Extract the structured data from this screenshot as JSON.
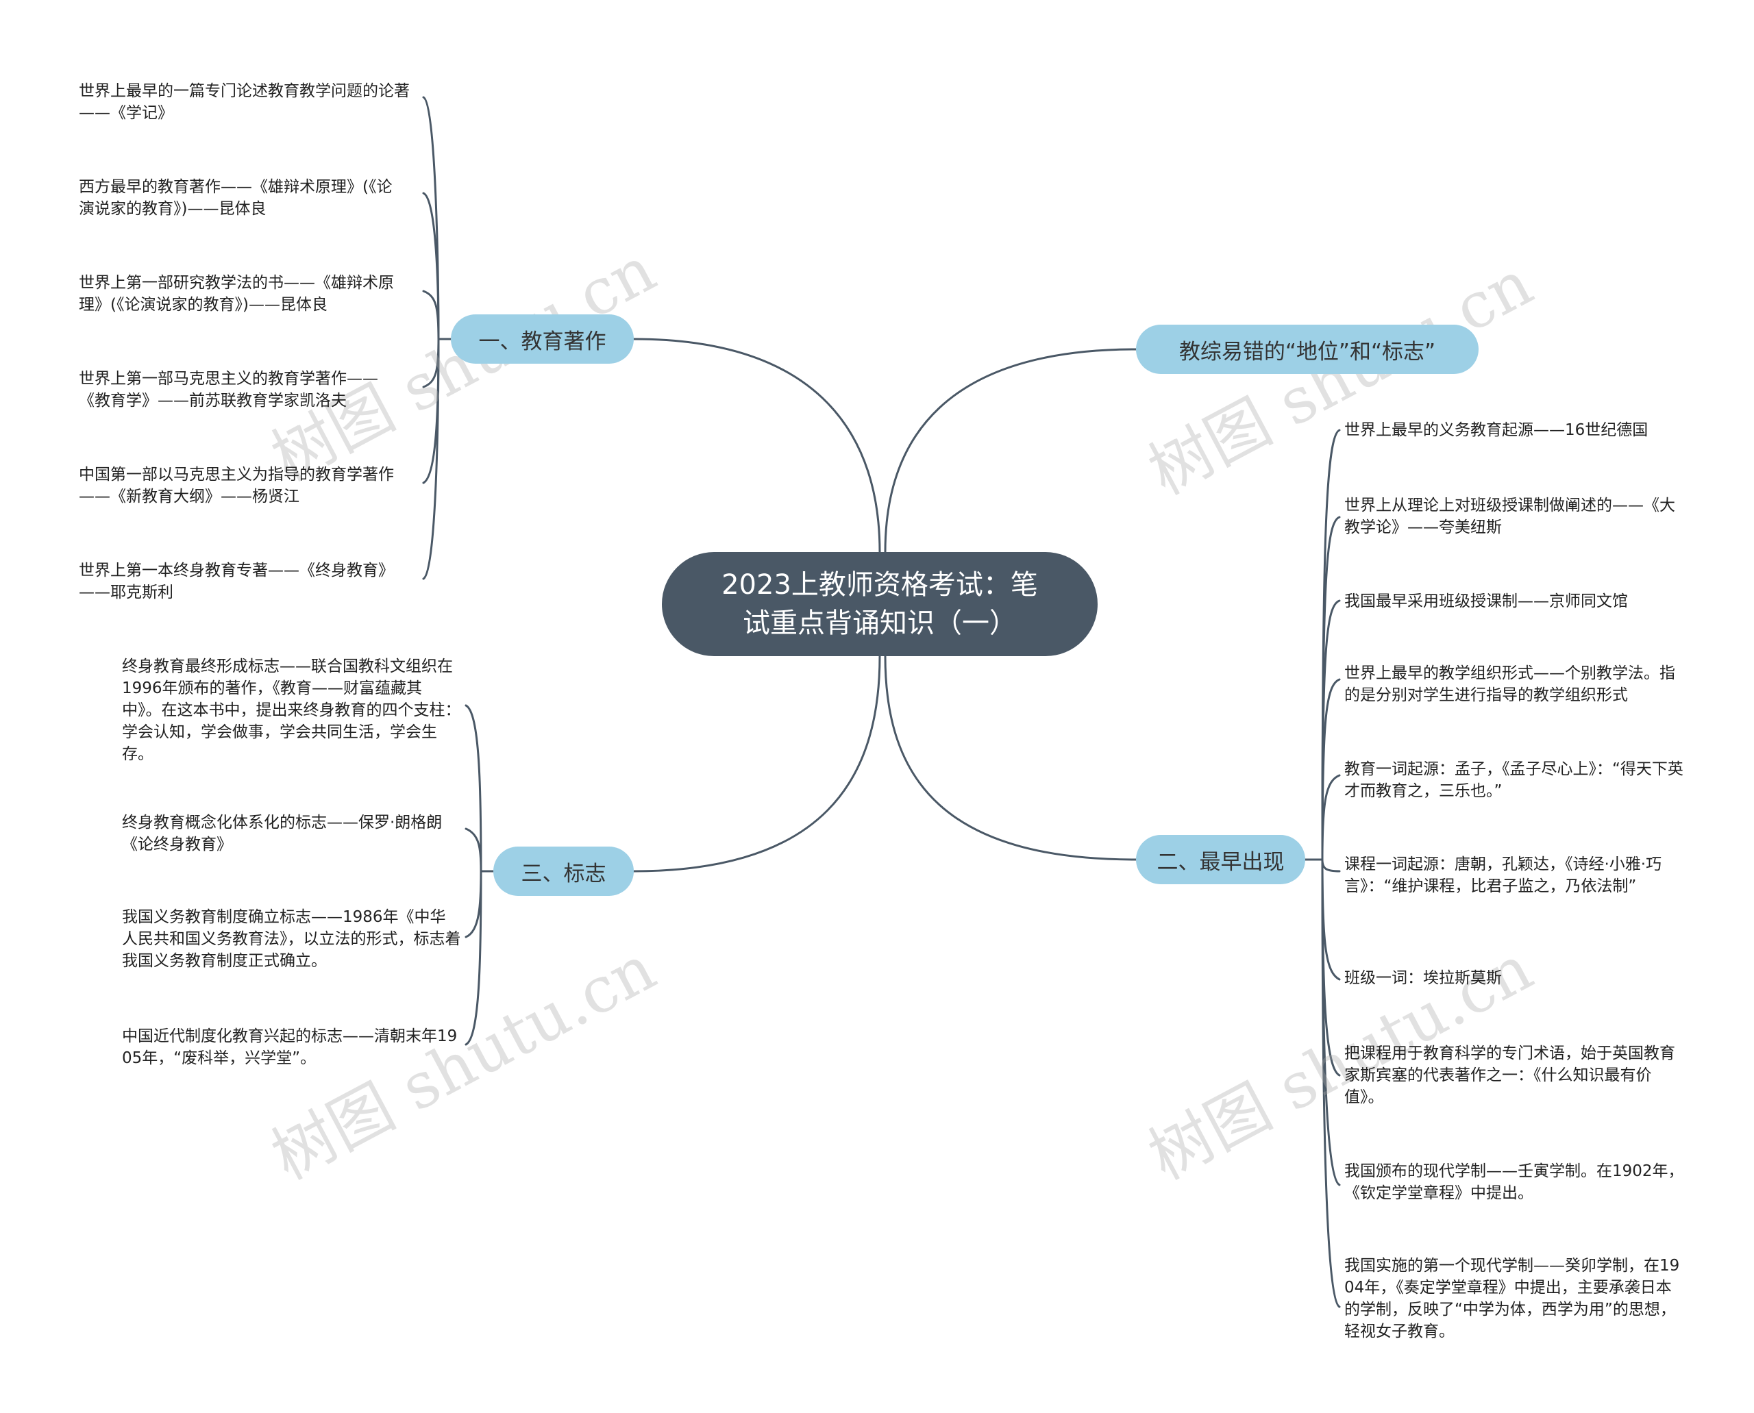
{
  "central_title": "2023上教师资格考试：笔试重点背诵知识（一）",
  "topics": {
    "works": "一、教育著作",
    "marks": "三、标志",
    "status": "教综易错的“地位”和“标志”",
    "earliest": "二、最早出现"
  },
  "works_items": [
    "世界上最早的一篇专门论述教育教学问题的论著——《学记》",
    "西方最早的教育著作——《雄辩术原理》(《论演说家的教育》)——昆体良",
    "世界上第一部研究教学法的书——《雄辩术原理》(《论演说家的教育》)——昆体良",
    "世界上第一部马克思主义的教育学著作——《教育学》——前苏联教育学家凯洛夫",
    "中国第一部以马克思主义为指导的教育学著作——《新教育大纲》——杨贤江",
    "世界上第一本终身教育专著——《终身教育》——耶克斯利"
  ],
  "marks_items": [
    "终身教育最终形成标志——联合国教科文组织在1996年颁布的著作，《教育——财富蕴藏其中》。在这本书中，提出来终身教育的四个支柱：学会认知，学会做事，学会共同生活，学会生存。",
    "终身教育概念化体系化的标志——保罗·朗格朗《论终身教育》",
    "我国义务教育制度确立标志——1986年《中华人民共和国义务教育法》，以立法的形式，标志着我国义务教育制度正式确立。",
    "中国近代制度化教育兴起的标志——清朝末年1905年，“废科举，兴学堂”。"
  ],
  "earliest_items": [
    "世界上最早的义务教育起源——16世纪德国",
    "世界上从理论上对班级授课制做阐述的——《大教学论》——夸美纽斯",
    "我国最早采用班级授课制——京师同文馆",
    "世界上最早的教学组织形式——个别教学法。指的是分别对学生进行指导的教学组织形式",
    "教育一词起源：孟子，《孟子尽心上》：“得天下英才而教育之，三乐也。”",
    "课程一词起源：唐朝，孔颖达，《诗经·小雅·巧言》：“维护课程，比君子监之，乃依法制”",
    "班级一词：埃拉斯莫斯",
    "把课程用于教育科学的专门术语，始于英国教育家斯宾塞的代表著作之一：《什么知识最有价值》。",
    "我国颁布的现代学制——壬寅学制。在1902年，《钦定学堂章程》中提出。",
    "我国实施的第一个现代学制——癸卯学制，在1904年，《奏定学堂章程》中提出，主要承袭日本的学制，反映了“中学为体，西学为用”的思想，轻视女子教育。"
  ],
  "watermark": "树图 shutu.cn",
  "colors": {
    "central_bg": "#4a5866",
    "topic_bg": "#9dd0e6",
    "connector": "#4a5866"
  }
}
